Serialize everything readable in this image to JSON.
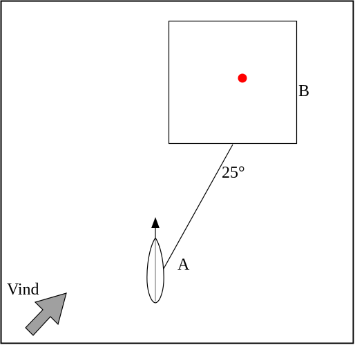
{
  "labels": {
    "point_a": "A",
    "point_b": "B",
    "angle": "25°",
    "wind": "Vind"
  },
  "colors": {
    "frame": "#000000",
    "target_dot": "#ff0000",
    "wind_arrow_fill": "#a0a0a0",
    "boat_fill": "#ffffff"
  },
  "icons": {
    "boat": "boat-hull-icon",
    "heading": "heading-arrow-icon",
    "wind": "wind-arrow-icon",
    "target": "target-dot-icon"
  }
}
